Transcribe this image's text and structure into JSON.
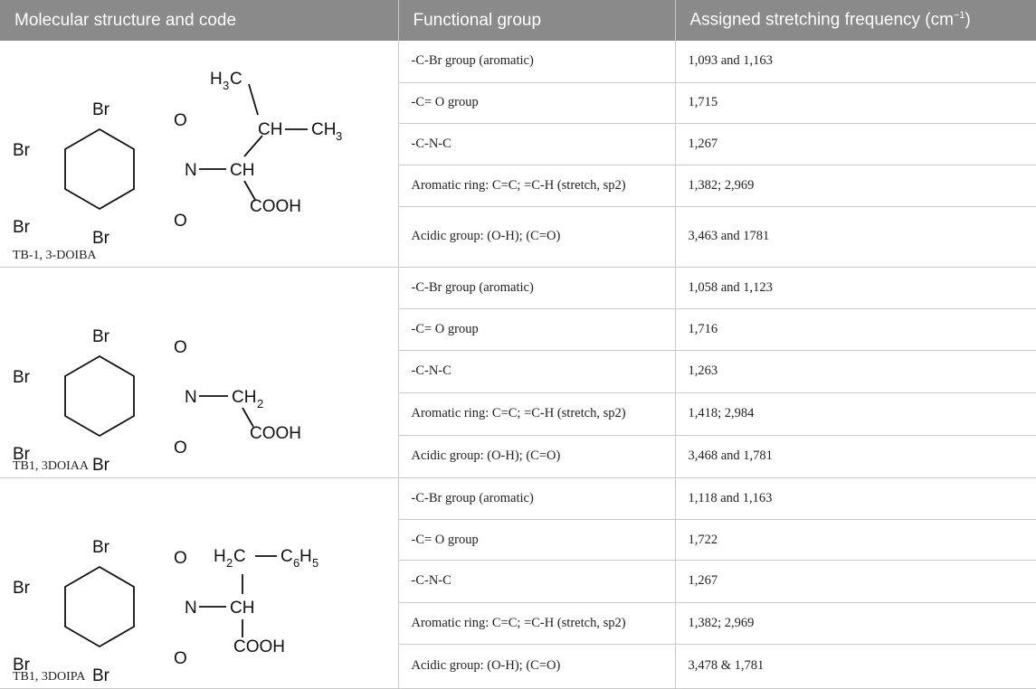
{
  "table": {
    "headers": [
      "Molecular structure and code",
      "Functional group",
      "Assigned stretching frequency (cm",
      "−1",
      ")"
    ],
    "compounds": [
      {
        "code": "TB-1, 3-DOIBA",
        "rows": [
          {
            "group": "-C-Br group (aromatic)",
            "freq": "1,093 and 1,163"
          },
          {
            "group": "-C= O group",
            "freq": "1,715"
          },
          {
            "group": "-C-N-C",
            "freq": "1,267"
          },
          {
            "group": "Aromatic ring: C=C; =C-H (stretch, sp2)",
            "freq": "1,382; 2,969"
          },
          {
            "group": "Acidic group: (O-H); (C=O)",
            "freq": "3,463 and 1781"
          }
        ]
      },
      {
        "code": "TB1, 3DOIAA",
        "rows": [
          {
            "group": "-C-Br group (aromatic)",
            "freq": "1,058 and 1,123"
          },
          {
            "group": "-C= O group",
            "freq": "1,716"
          },
          {
            "group": "-C-N-C",
            "freq": "1,263"
          },
          {
            "group": "Aromatic ring: C=C; =C-H (stretch, sp2)",
            "freq": "1,418; 2,984"
          },
          {
            "group": "Acidic group: (O-H); (C=O)",
            "freq": "3,468 and 1,781"
          }
        ]
      },
      {
        "code": "TB1, 3DOIPA",
        "rows": [
          {
            "group": "-C-Br group (aromatic)",
            "freq": "1,118 and 1,163"
          },
          {
            "group": "-C= O group",
            "freq": "1,722"
          },
          {
            "group": "-C-N-C",
            "freq": "1,267"
          },
          {
            "group": "Aromatic ring: C=C; =C-H (stretch, sp2)",
            "freq": "1,382; 2,969"
          },
          {
            "group": "Acidic group: (O-H); (C=O)",
            "freq": "3,478 & 1,781"
          }
        ]
      }
    ]
  },
  "structure_labels": {
    "br": "Br",
    "o": "O",
    "n": "N",
    "ch": "CH",
    "ch2_c": "CH",
    "ch2_sub": "2",
    "cooh": "COOH",
    "h3c_h": "H",
    "h3c_sub": "3",
    "h3c_c": "C",
    "ch3_ch": "CH",
    "ch3_sub": "3",
    "h2c_h": "H",
    "h2c_sub": "2",
    "h2c_c": "C",
    "c6h5_c": "C",
    "c6h5_sub6": "6",
    "c6h5_h": "H",
    "c6h5_sub5": "5"
  }
}
